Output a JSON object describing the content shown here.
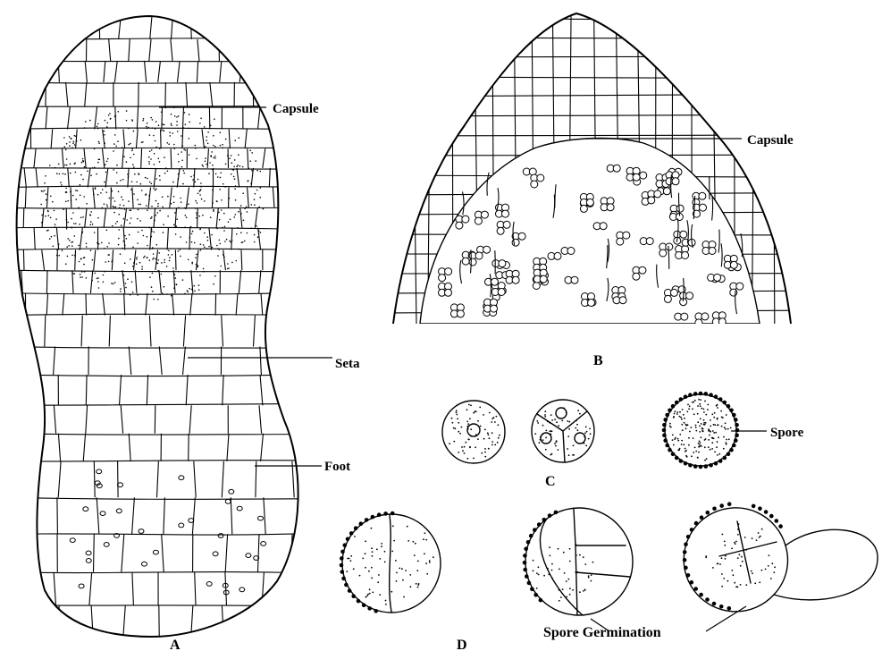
{
  "figure": {
    "panel_a": {
      "letter": "A",
      "labels": {
        "capsule": "Capsule",
        "seta": "Seta",
        "foot": "Foot"
      }
    },
    "panel_b": {
      "letter": "B",
      "labels": {
        "capsule": "Capsule"
      }
    },
    "panel_c": {
      "letter": "C",
      "labels": {
        "spore": "Spore"
      }
    },
    "panel_d": {
      "letter": "D",
      "labels": {
        "germination": "Spore Germination"
      }
    }
  }
}
